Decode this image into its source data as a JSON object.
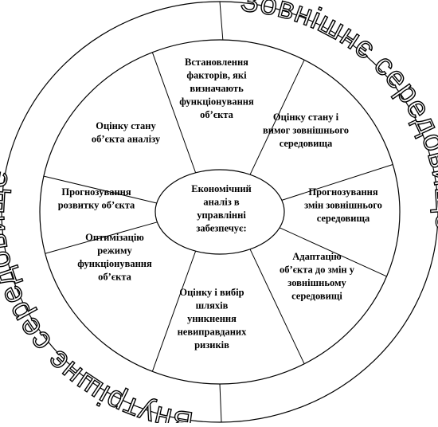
{
  "diagram": {
    "center": {
      "lines": [
        "Економічний",
        "аналіз в",
        "управлінні",
        "забезпечує:"
      ]
    },
    "segments": [
      {
        "lines": [
          "Встановлення",
          "факторів, які",
          "визначають",
          "функціонування",
          "об’єкта"
        ]
      },
      {
        "lines": [
          "Оцінку стану і",
          "вимог зовнішнього",
          "середовища"
        ]
      },
      {
        "lines": [
          "Прогнозування",
          "змін зовнішнього",
          "середовища"
        ]
      },
      {
        "lines": [
          "Адаптацію",
          "об’єкта до змін у",
          "зовнішньому",
          "середовищі"
        ]
      },
      {
        "lines": [
          "Оцінку і вибір",
          "шляхів",
          "уникнення",
          "невиправданих",
          "ризиків"
        ]
      },
      {
        "lines": [
          "Оптимізацію",
          "режиму",
          "функціонування",
          "об’єкта"
        ]
      },
      {
        "lines": [
          "Прогнозування",
          "розвитку об’єкта"
        ]
      },
      {
        "lines": [
          "Оцінку стану",
          "об’єкта аналізу"
        ]
      }
    ],
    "outer_ring": {
      "right_label": "Зовнішнє середовище",
      "left_label": "Внутрішнє середовище"
    }
  }
}
